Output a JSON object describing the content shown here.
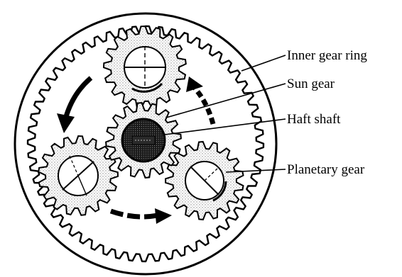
{
  "diagram": {
    "labels": {
      "inner_gear_ring": "Inner gear ring",
      "sun_gear": "Sun gear",
      "half_shaft": "Haft shaft",
      "planetary_gear": "Planetary gear"
    },
    "colors": {
      "ink": "#000000",
      "background": "#ffffff",
      "stipple": "#9a9a9a"
    }
  }
}
